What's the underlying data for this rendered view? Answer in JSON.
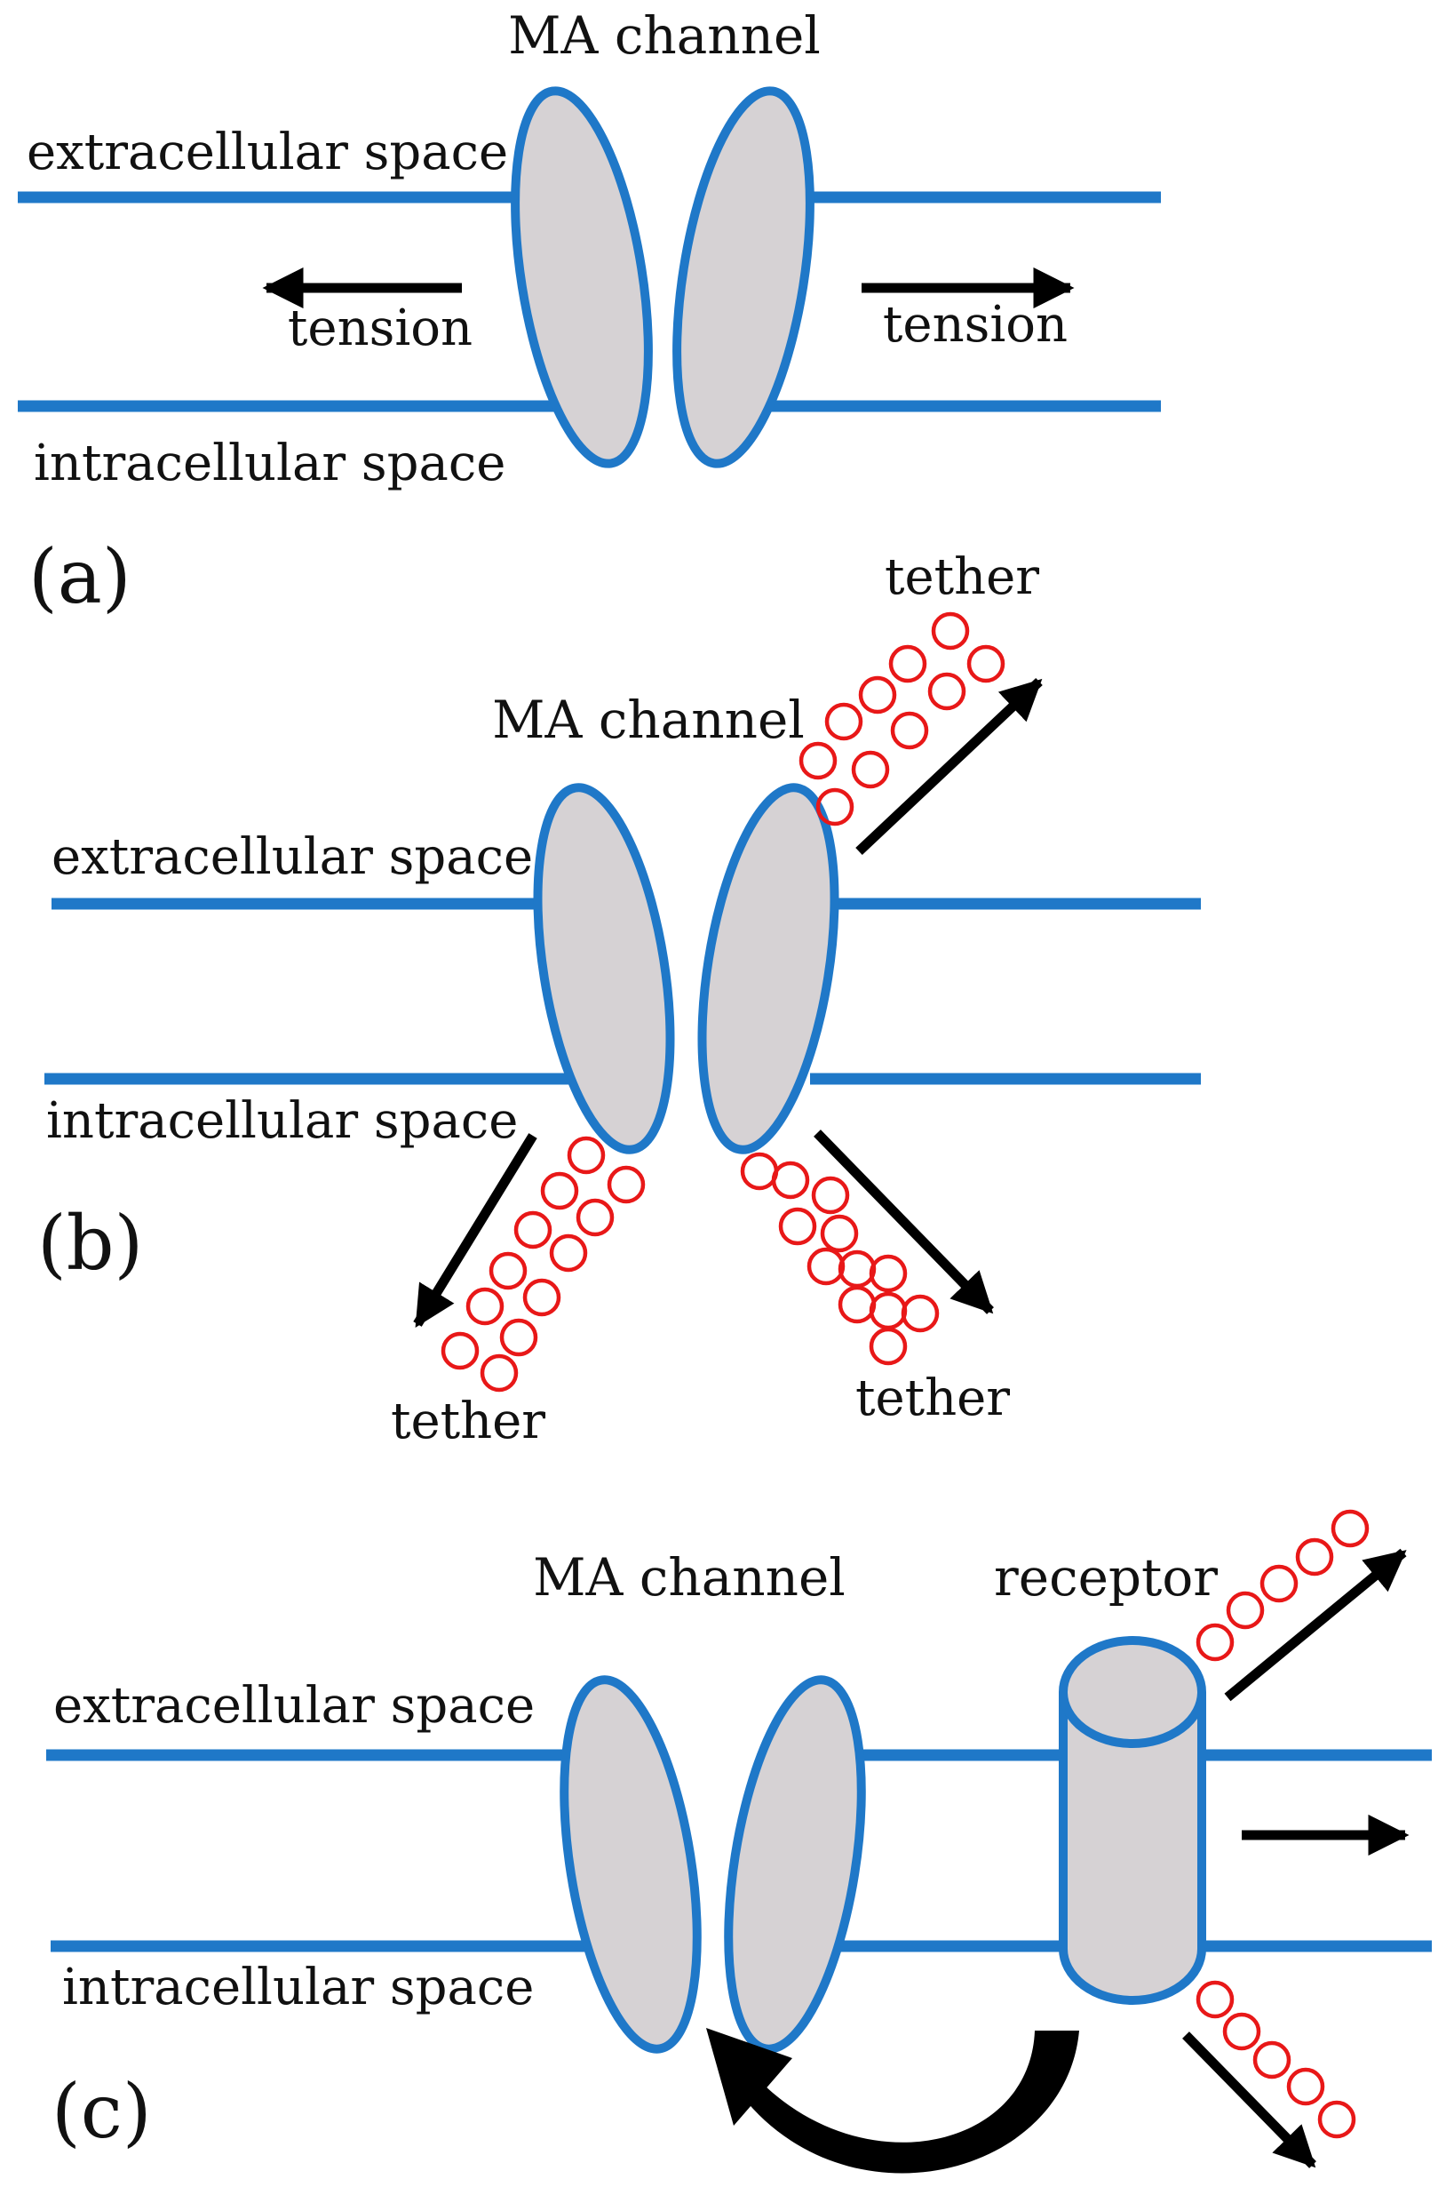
{
  "colors": {
    "membrane": "#1f78c8",
    "channel_fill": "#d6d2d4",
    "tether": "#e81818",
    "arrow": "#000000",
    "text": "#111111"
  },
  "panel_a": {
    "channel_label": "MA channel",
    "extra_label": "extracellular space",
    "intra_label": "intracellular space",
    "tension_left": "tension",
    "tension_right": "tension",
    "panel_label": "(a)"
  },
  "panel_b": {
    "channel_label": "MA channel",
    "extra_label": "extracellular space",
    "intra_label": "intracellular space",
    "tether_top": "tether",
    "tether_bottom_left": "tether",
    "tether_bottom_right": "tether",
    "panel_label": "(b)"
  },
  "panel_c": {
    "channel_label": "MA channel",
    "receptor_label": "receptor",
    "extra_label": "extracellular space",
    "intra_label": "intracellular space",
    "panel_label": "(c)"
  }
}
